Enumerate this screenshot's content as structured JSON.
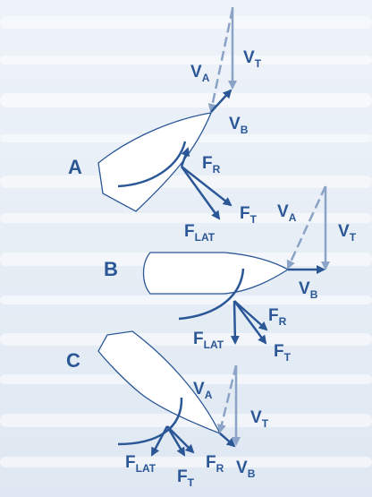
{
  "colors": {
    "background": "#e6eef6",
    "dark_vector": "#2b5797",
    "light_vector": "#8aa3c6",
    "hull_fill": "#ffffff",
    "hull_stroke": "#2b5797"
  },
  "panels": [
    {
      "label": "A",
      "velocity_labels": {
        "apparent": {
          "main": "V",
          "sub": "A"
        },
        "true": {
          "main": "V",
          "sub": "T"
        },
        "boat": {
          "main": "V",
          "sub": "B"
        }
      },
      "force_labels": {
        "resultant": {
          "main": "F",
          "sub": "R"
        },
        "thrust": {
          "main": "F",
          "sub": "T"
        },
        "lateral": {
          "main": "F",
          "sub": "LAT"
        }
      }
    },
    {
      "label": "B",
      "velocity_labels": {
        "apparent": {
          "main": "V",
          "sub": "A"
        },
        "true": {
          "main": "V",
          "sub": "T"
        },
        "boat": {
          "main": "V",
          "sub": "B"
        }
      },
      "force_labels": {
        "resultant": {
          "main": "F",
          "sub": "R"
        },
        "thrust": {
          "main": "F",
          "sub": "T"
        },
        "lateral": {
          "main": "F",
          "sub": "LAT"
        }
      }
    },
    {
      "label": "C",
      "velocity_labels": {
        "apparent": {
          "main": "V",
          "sub": "A"
        },
        "true": {
          "main": "V",
          "sub": "T"
        },
        "boat": {
          "main": "V",
          "sub": "B"
        }
      },
      "force_labels": {
        "resultant": {
          "main": "F",
          "sub": "R"
        },
        "thrust": {
          "main": "F",
          "sub": "T"
        },
        "lateral": {
          "main": "F",
          "sub": "LAT"
        }
      }
    }
  ]
}
